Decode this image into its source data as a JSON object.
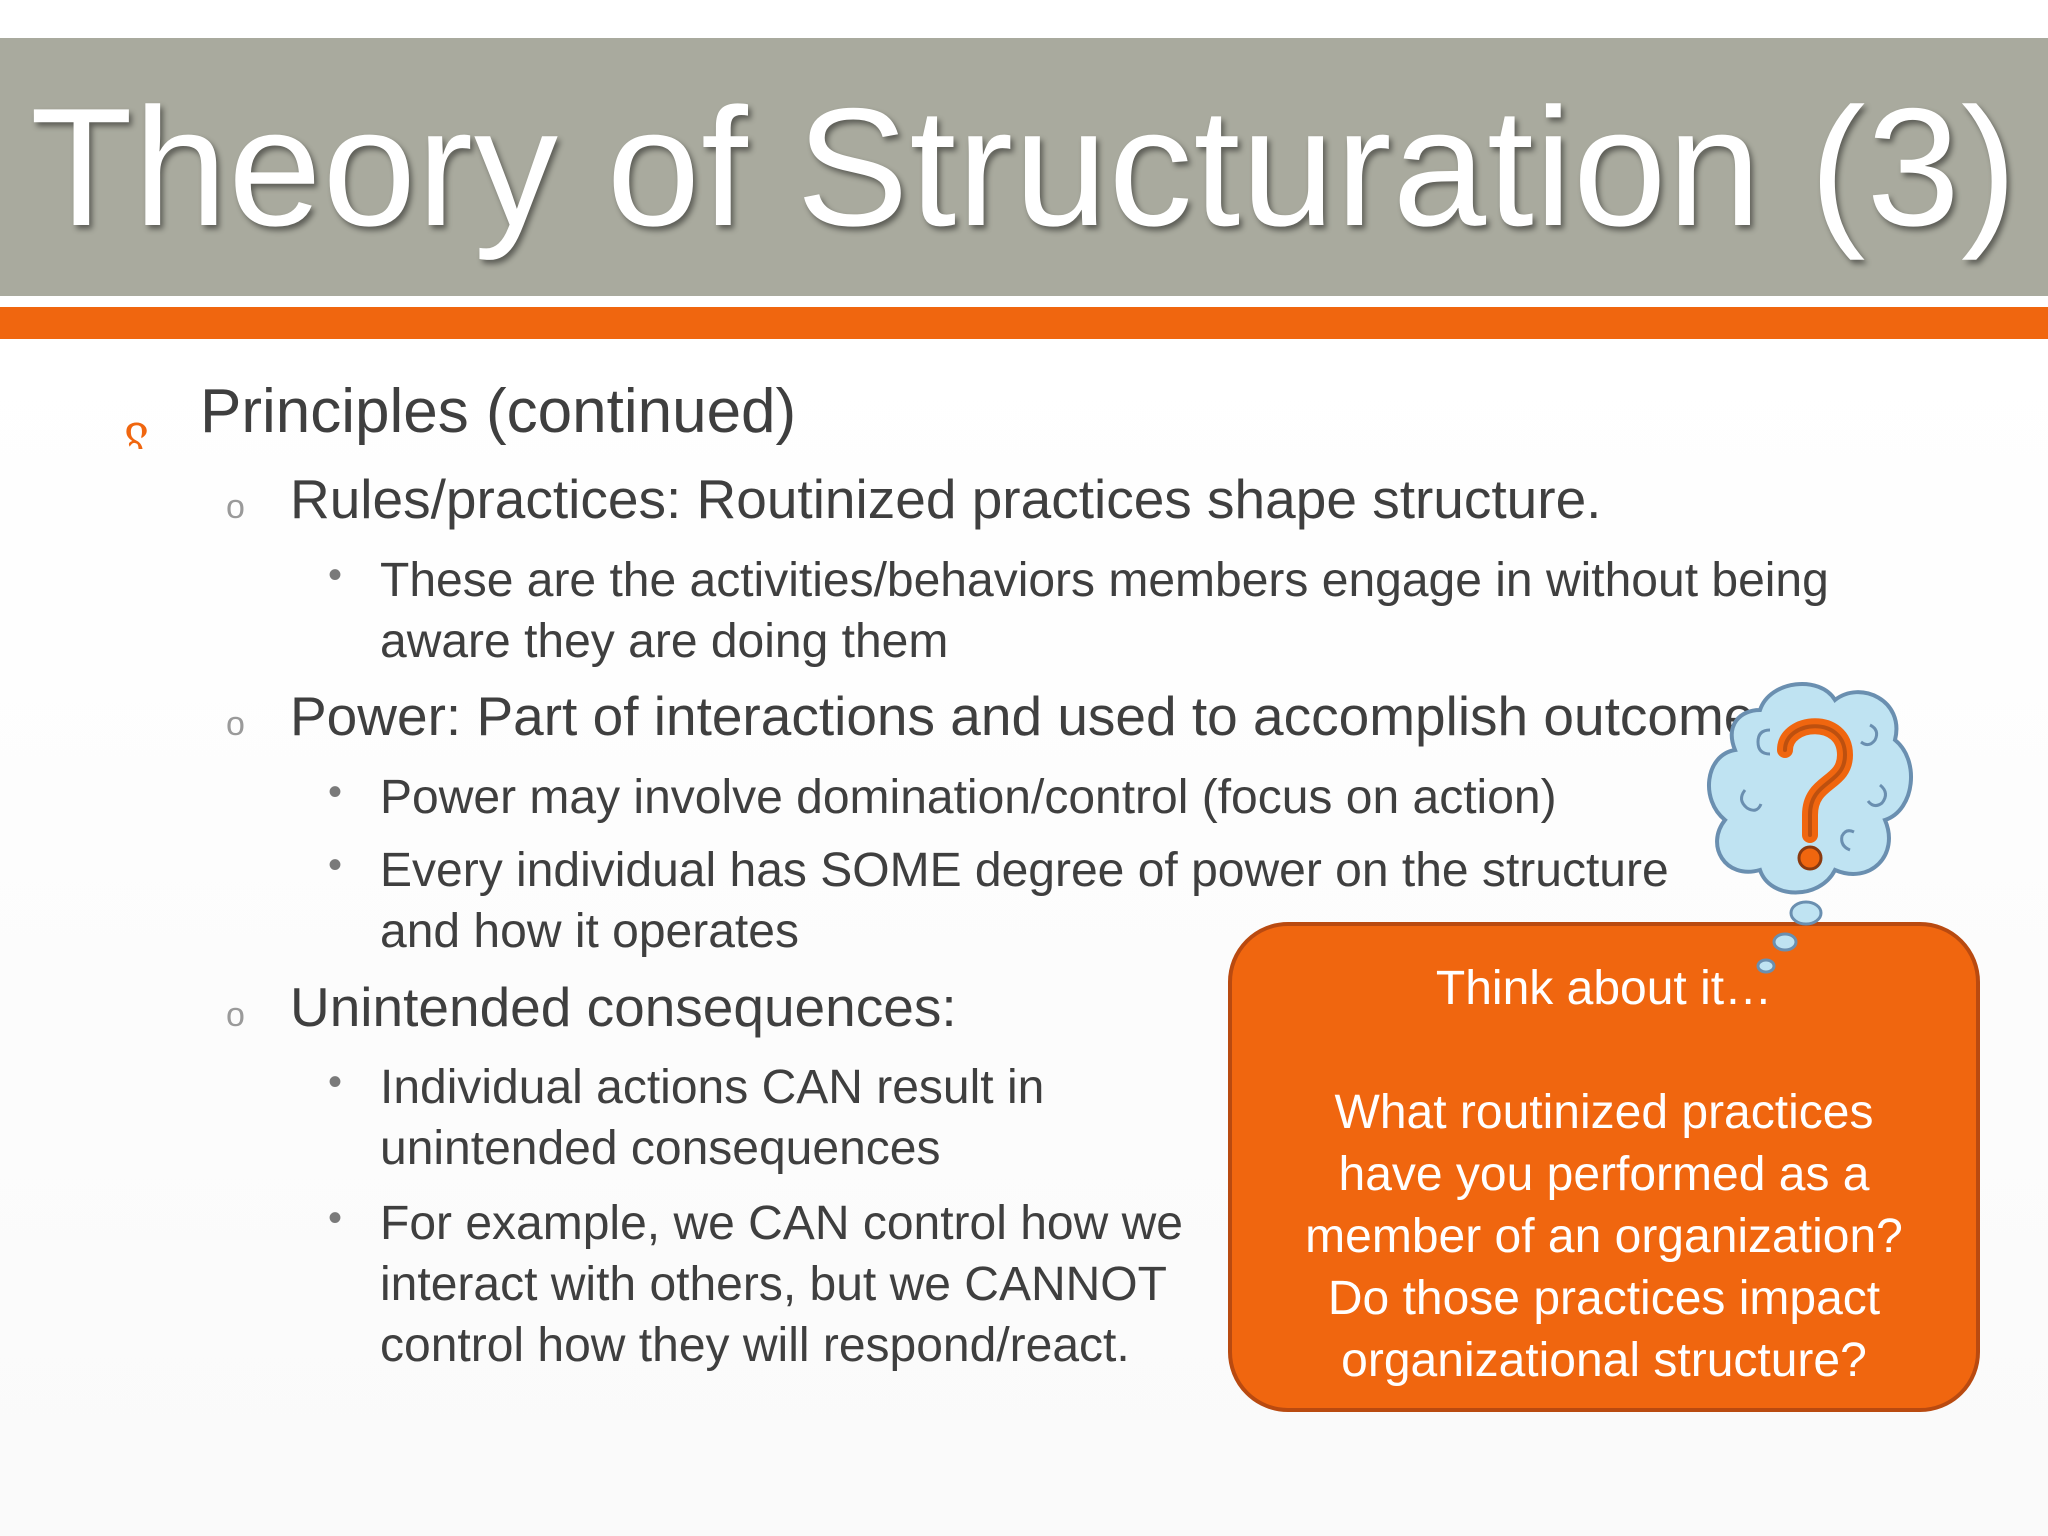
{
  "slide": {
    "title": "Theory of Structuration (3)",
    "bullets": {
      "principles": "Principles (continued)",
      "rules": "Rules/practices: Routinized practices shape structure.",
      "rules_sub_1a": "These are the activities/behaviors members engage in without being",
      "rules_sub_1b": "aware they are doing them",
      "power": "Power: Part of interactions and used to accomplish outcomes",
      "power_sub_1": "Power may involve domination/control (focus on action)",
      "power_sub_2a": "Every individual has SOME degree of power on the structure",
      "power_sub_2b": "and how it operates",
      "unintended": "Unintended consequences:",
      "unintended_sub_1a": "Individual actions CAN result in",
      "unintended_sub_1b": "unintended consequences",
      "unintended_sub_2a": "For example, we CAN control how we",
      "unintended_sub_2b": "interact with others, but we CANNOT",
      "unintended_sub_2c": "control how they will respond/react."
    },
    "callout": {
      "heading": "Think about it…",
      "line1": "What routinized practices",
      "line2": "have you performed as a",
      "line3": "member of an organization?",
      "line4": "Do those practices impact",
      "line5": "organizational structure?"
    }
  },
  "theme": {
    "title_band": "#a9aa9e",
    "accent": "#f0660f",
    "text": "#3f3f3f"
  },
  "icons": {
    "level1_marker": "swirl-bullet-icon",
    "level2_marker": "circle-bullet-icon",
    "level3_marker": "dot-bullet-icon",
    "clipart": "question-mark-thought-bubble-icon"
  }
}
